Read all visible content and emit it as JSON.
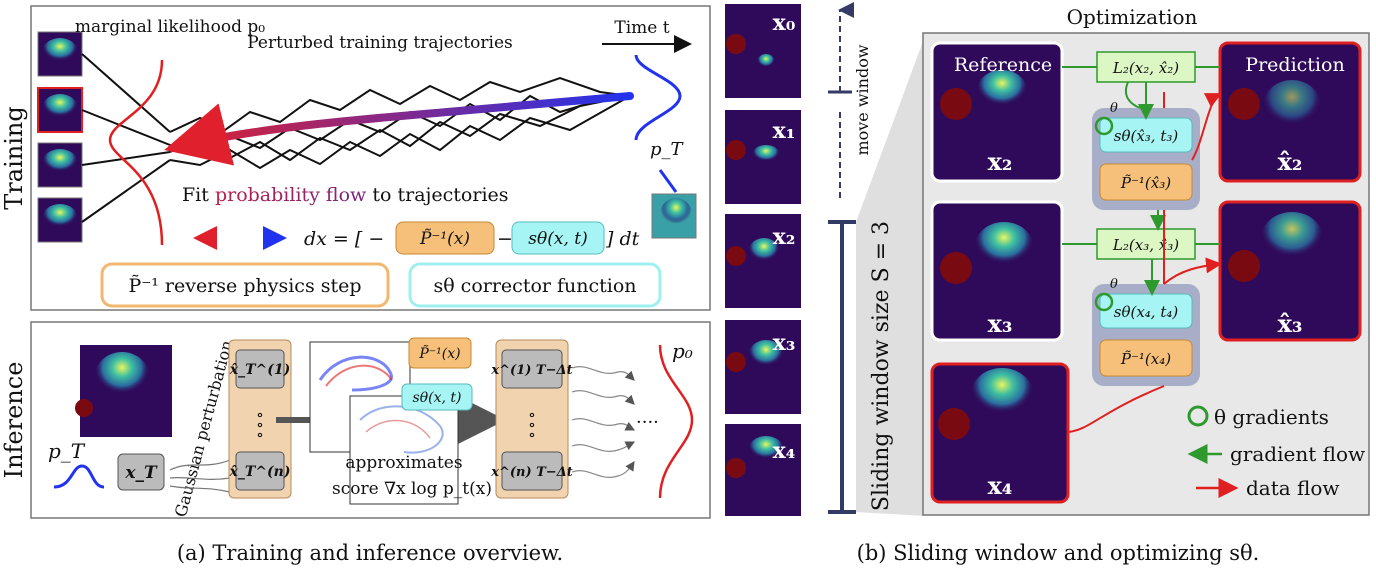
{
  "training": {
    "section_label": "Training",
    "marginal_likelihood": "marginal likelihood p₀",
    "perturbed_trajectories": "Perturbed training trajectories",
    "time_label": "Time t",
    "p_T": "p_T",
    "fit_label_prefix": "Fit",
    "fit_label_highlight": "probability flow",
    "fit_label_suffix": "to trajectories",
    "equation_prefix": "dx = [ −",
    "equation_physics": "P̃⁻¹(x)",
    "equation_corrector": "sθ(x, t)",
    "equation_suffix": "] dt",
    "legend_physics": "P̃⁻¹ reverse physics step",
    "legend_corrector": "sθ corrector function"
  },
  "inference": {
    "section_label": "Inference",
    "p_T": "p_T",
    "x_T": "x_T",
    "gaussian": "Gaussian perturbation",
    "sample_first": "x̂_T^(1)",
    "sample_last": "x̂_T^(n)",
    "physics_tag": "P̃⁻¹(x)",
    "corrector_tag": "sθ(x, t)",
    "approximates": "approximates",
    "score": "score ∇x log p_t(x)",
    "out_first": "x^(1) T−Δt",
    "out_last": "x^(n) T−Δt",
    "p_0": "p₀"
  },
  "sequence": {
    "frames": [
      "x₀",
      "x₁",
      "x₂",
      "x₃",
      "x₄"
    ],
    "move_window": "move window",
    "sliding_window": "Sliding window size S = 3"
  },
  "optimization": {
    "title": "Optimization",
    "reference": "Reference",
    "prediction": "Prediction",
    "x2": "x₂",
    "x3": "x₃",
    "x4": "x₄",
    "xhat2": "x̂₂",
    "xhat3": "x̂₃",
    "loss_top": "L₂(x₂, x̂₂)",
    "loss_mid": "L₂(x₃, x̂₃)",
    "s_top": "sθ(x̂₃, t₃)",
    "p_top": "P̃⁻¹(x̂₃)",
    "s_bottom": "sθ(x₄, t₄)",
    "p_bottom": "P̃⁻¹(x₄)",
    "theta": "θ",
    "legend_theta": "θ gradients",
    "legend_gradient": "gradient flow",
    "legend_data": "data flow"
  },
  "captions": {
    "left": "(a) Training and inference overview.",
    "right": "(b) Sliding window and optimizing sθ."
  },
  "colors": {
    "physics_fill": "#f6c07a",
    "corrector_fill": "#a6f4f4",
    "loss_fill": "#dcf6c4",
    "gradient": "#2e9a2e",
    "data": "#e02020",
    "field_bg": "#2f0a5a"
  }
}
